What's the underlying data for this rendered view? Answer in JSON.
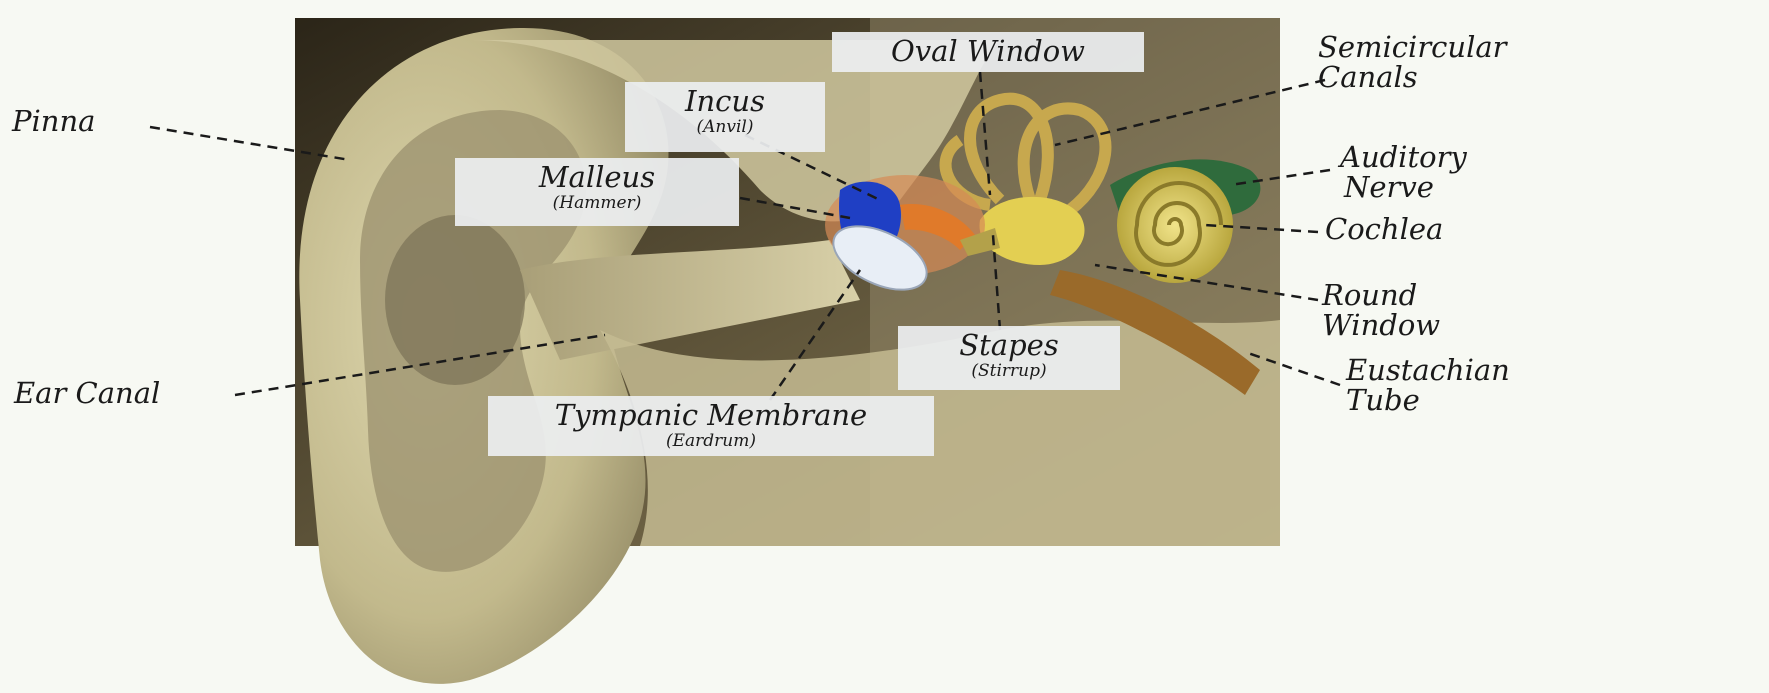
{
  "colors": {
    "background": "#f7f9f3",
    "skin": "#c9c196",
    "skin_shadow": "#7d7458",
    "dark_panel": "#3b3424",
    "malleus": "#1f3fc4",
    "incus": "#e07a2a",
    "eardrum": "#e8eef6",
    "cochlea": "#d7c65a",
    "auditory_nerve": "#2f6b3c",
    "eustachian": "#9a6a2a",
    "leader_line": "#1a1a1a"
  },
  "labels": {
    "pinna": "Pinna",
    "ear_canal": "Ear Canal",
    "semicircular_canals": [
      "Semicircular",
      "Canals"
    ],
    "auditory_nerve": [
      "Auditory",
      "Nerve"
    ],
    "cochlea": "Cochlea",
    "round_window": [
      "Round",
      "Window"
    ],
    "eustachian_tube": [
      "Eustachian",
      "Tube"
    ]
  },
  "boxes": {
    "oval_window": {
      "main": "Oval Window"
    },
    "incus": {
      "main": "Incus",
      "sub": "(Anvil)"
    },
    "malleus": {
      "main": "Malleus",
      "sub": "(Hammer)"
    },
    "stapes": {
      "main": "Stapes",
      "sub": "(Stirrup)"
    },
    "tympanic_membrane": {
      "main": "Tympanic Membrane",
      "sub": "(Eardrum)"
    }
  }
}
